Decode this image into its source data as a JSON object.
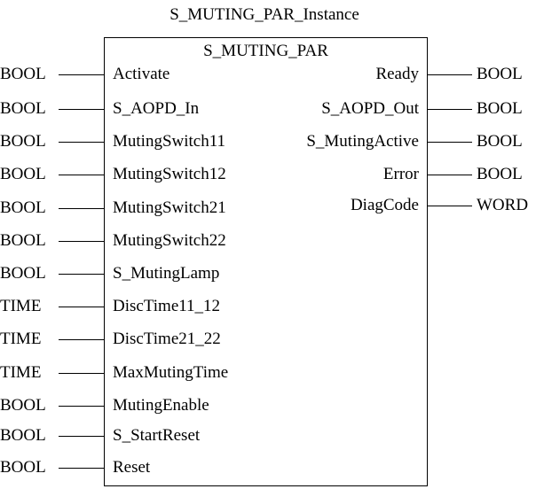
{
  "instance_name": "S_MUTING_PAR_Instance",
  "block_type": "S_MUTING_PAR",
  "inputs": [
    {
      "type": "BOOL",
      "name": "Activate"
    },
    {
      "type": "BOOL",
      "name": "S_AOPD_In"
    },
    {
      "type": "BOOL",
      "name": "MutingSwitch11"
    },
    {
      "type": "BOOL",
      "name": "MutingSwitch12"
    },
    {
      "type": "BOOL",
      "name": "MutingSwitch21"
    },
    {
      "type": "BOOL",
      "name": "MutingSwitch22"
    },
    {
      "type": "BOOL",
      "name": "S_MutingLamp"
    },
    {
      "type": "TIME",
      "name": "DiscTime11_12"
    },
    {
      "type": "TIME",
      "name": "DiscTime21_22"
    },
    {
      "type": "TIME",
      "name": "MaxMutingTime"
    },
    {
      "type": "BOOL",
      "name": "MutingEnable"
    },
    {
      "type": "BOOL",
      "name": "S_StartReset"
    },
    {
      "type": "BOOL",
      "name": "Reset"
    }
  ],
  "outputs": [
    {
      "name": "Ready",
      "type": "BOOL"
    },
    {
      "name": "S_AOPD_Out",
      "type": "BOOL"
    },
    {
      "name": "S_MutingActive",
      "type": "BOOL"
    },
    {
      "name": "Error",
      "type": "BOOL"
    },
    {
      "name": "DiagCode",
      "type": "WORD"
    }
  ]
}
